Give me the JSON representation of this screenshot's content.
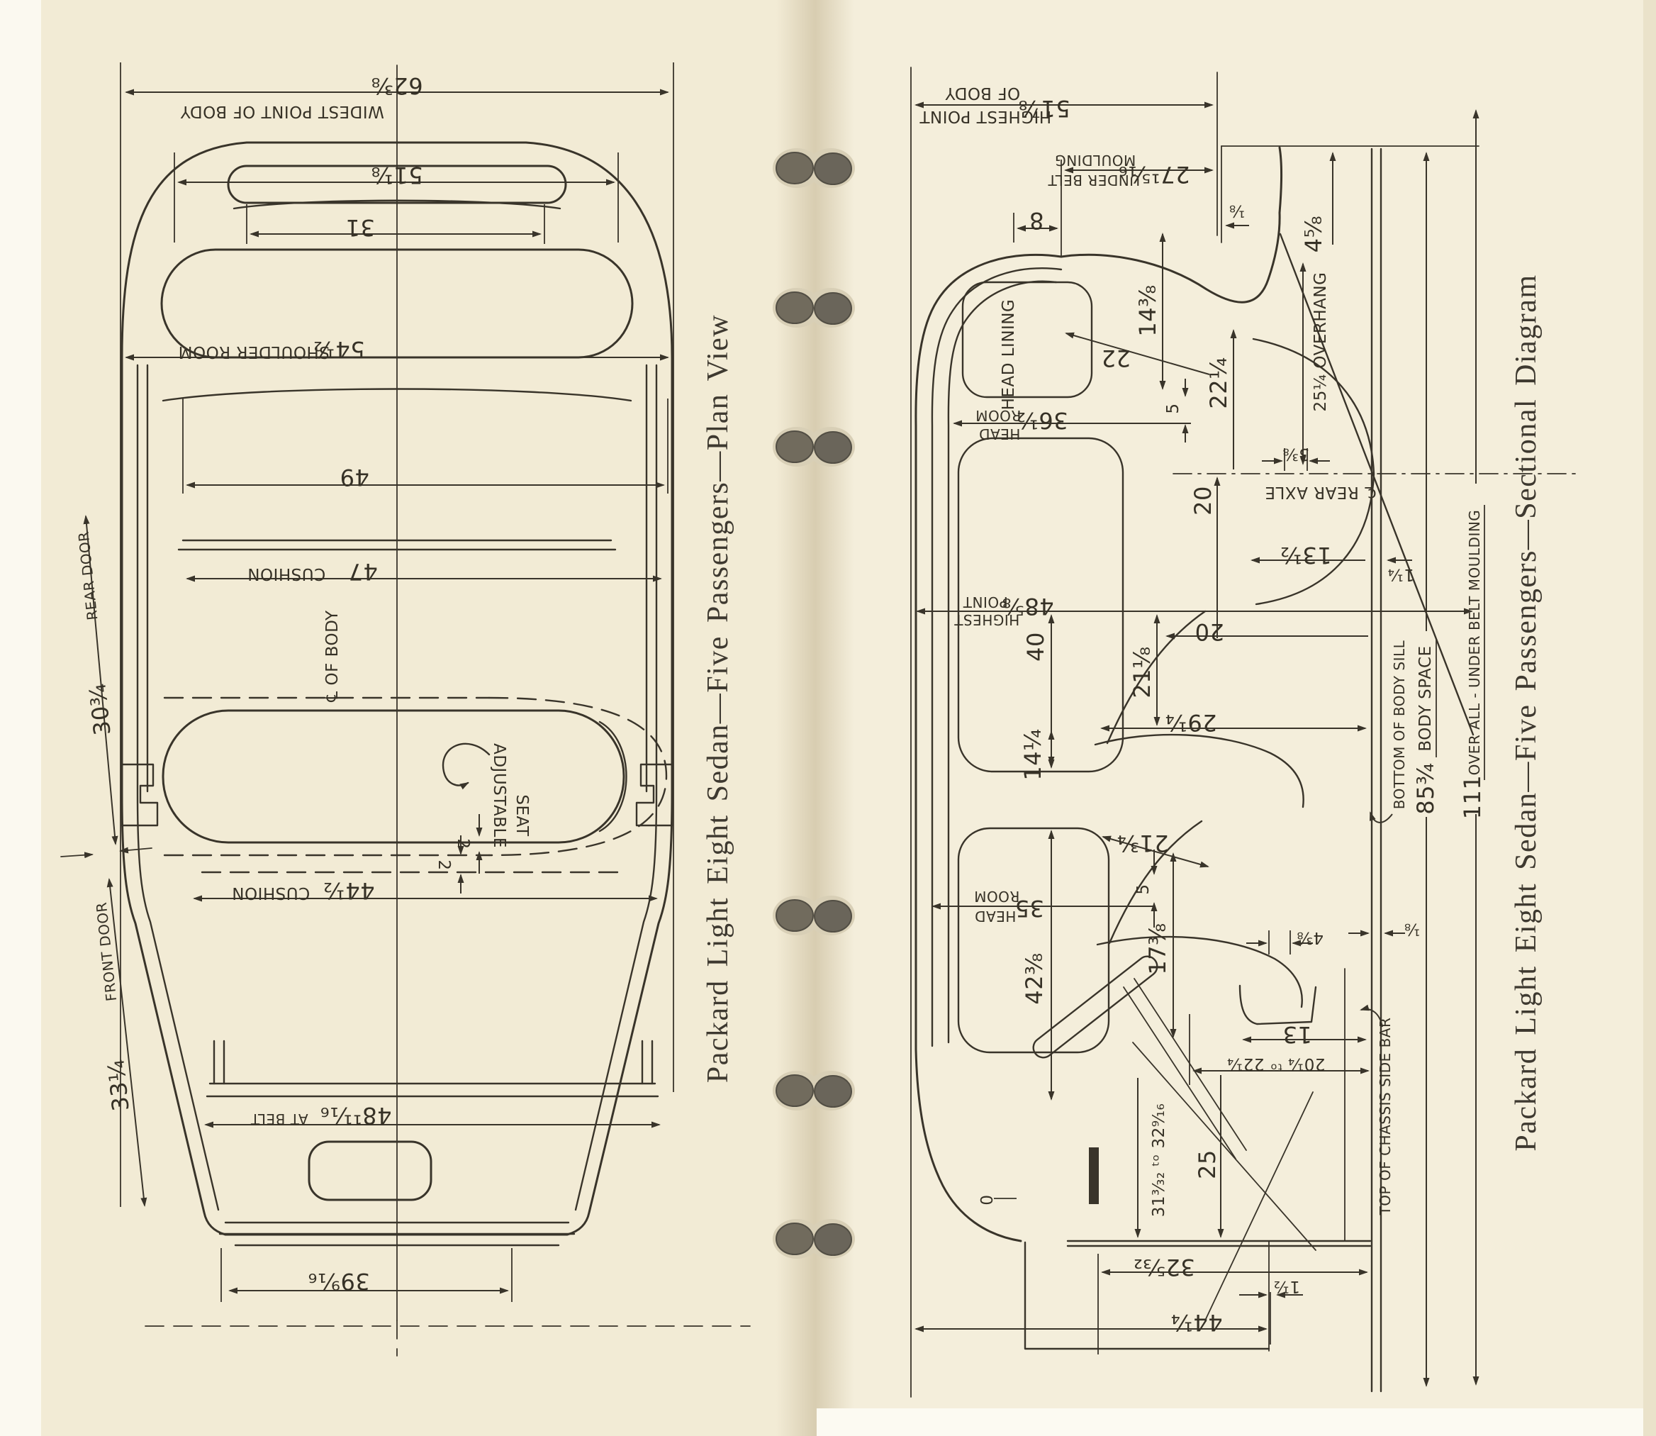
{
  "colors": {
    "paper_left": "#f2ebd5",
    "paper_right": "#f4eedb",
    "paper_edge": "#fbf9f0",
    "gutter_shadow": "#d8cdb1",
    "ink": "#39342a",
    "caption_ink": "#3e3930",
    "grommet": "#716b5d"
  },
  "binding": {
    "grommet_pairs": 6
  },
  "left": {
    "caption": "Packard Light Eight Sedan—Five Passengers—Plan View",
    "labels": {
      "w62v": "62⅜",
      "w62n": "WIDEST POINT OF BODY",
      "w51": "51⅛",
      "w31": "31",
      "shoulder_v": "54½",
      "shoulder_n": "SHOULDER ROOM",
      "w49": "49",
      "cushion47_v": "47",
      "cushion47_n": "CUSHION",
      "rear_door_v": "30¾",
      "rear_door_n": "REAR DOOR",
      "front_door_v": "33¼",
      "front_door_n": "FRONT DOOR",
      "centerline": "℄ OF BODY",
      "adj1": "ADJUSTABLE",
      "adj2": "SEAT",
      "t2a": "2",
      "t2b": "2",
      "cushion44_v": "44½",
      "cushion44_n": "CUSHION",
      "belt_v": "48¹¹⁄₁₆",
      "belt_n": "AT BELT",
      "w39": "39⁹⁄₁₆"
    }
  },
  "right": {
    "caption": "Packard Light Eight Sedan—Five Passengers—Sectional Diagram",
    "labels": {
      "hp51_v": "51⅞",
      "hp51_n1": "HIGHEST POINT",
      "hp51_n2": "OF BODY",
      "ub27_v": "27¹⁵⁄₁₆",
      "ub27_n1": "UNDER BELT",
      "ub27_n2": "MOULDING",
      "d8": "8",
      "d18_top": "⅛",
      "d458": "4⅝",
      "d1438": "14⅜",
      "d22": "22",
      "d2214": "22¼",
      "overhang": "25¼ OVERHANG",
      "head_lining": "HEAD LINING",
      "hr36_v": "36½",
      "hr36_n1": "HEAD",
      "hr36_n2": "ROOM",
      "d5_up": "5",
      "d338": "3⅜",
      "rear_axle": "℄ REAR AXLE",
      "d20_up": "20",
      "d1312": "13½",
      "d114": "1¼",
      "hp48_v": "48⅝",
      "hp48_n1": "HIGHEST",
      "hp48_n2": "POINT",
      "d40": "40",
      "d2118": "21⅛",
      "d20_mid": "20",
      "d2914": "29¼",
      "d1414": "14¼",
      "bottom_sill": "BOTTOM OF BODY SILL",
      "body_space_v": "85¾",
      "body_space_n": "BODY SPACE",
      "overall_v": "111",
      "overall_n": "OVER ALL - UNDER BELT MOULDING",
      "hr35_v": "35",
      "hr35_n1": "HEAD",
      "hr35_n2": "ROOM",
      "d2134": "21¾",
      "d5_low": "5",
      "d4238": "42⅜",
      "d1738": "17⅜",
      "d438": "4⅜",
      "d18_mid": "⅛",
      "d13": "13",
      "d2014": "20¼ ᵗᵒ 22¼",
      "d25": "25",
      "d3132": "31³⁄₃₂ ᵗᵒ 32⁹⁄₁₆",
      "chassis": "TOP OF CHASSIS SIDE BAR",
      "d32532": "32⁵⁄₃₂",
      "d112": "1½",
      "d4414": "44¼",
      "d0": "0"
    }
  }
}
